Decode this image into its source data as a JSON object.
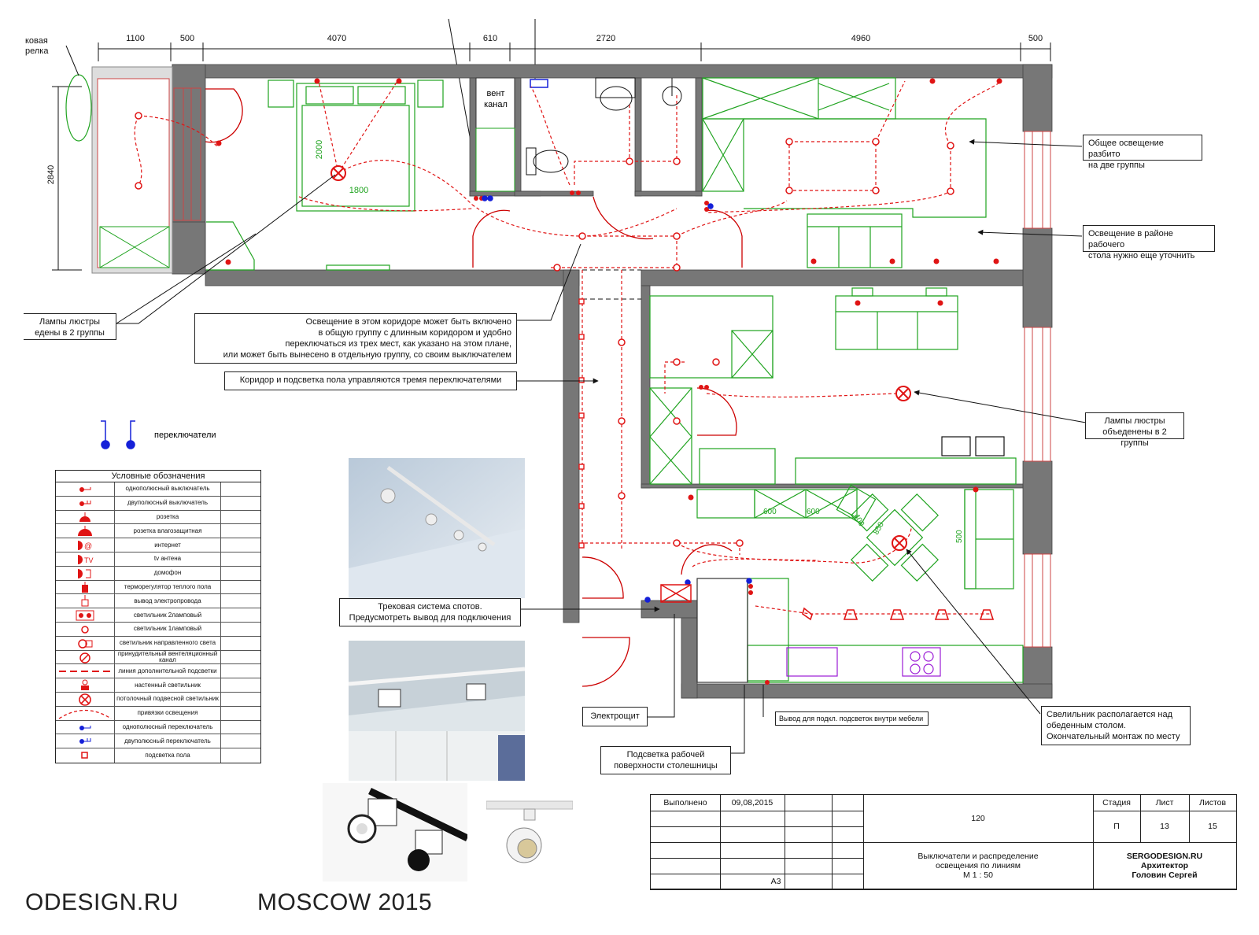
{
  "dimensions": {
    "top": [
      "1100",
      "500",
      "4070",
      "610",
      "2720",
      "4960",
      "500"
    ],
    "left": "2840",
    "bed_length": "2000",
    "bed_width": "1800",
    "furniture": [
      "400",
      "850",
      "500",
      "600",
      "600"
    ]
  },
  "labels": {
    "vent_line1": "вент",
    "vent_line2": "канал",
    "switches": "переключатели",
    "top_left_line1": "ковая",
    "top_left_line2": "релка"
  },
  "notes": {
    "general_lighting": [
      "Общее освещение разбито",
      "на две группы"
    ],
    "desk_lighting": [
      "Освещение в районе рабочего",
      "стола нужно еще уточнить"
    ],
    "chandelier_left": [
      "Лампы люстры",
      "едены в 2 группы"
    ],
    "corridor_lighting": [
      "Освещение в этом коридоре может быть включено",
      "в общую группу с длинным коридором и удобно",
      "переключаться из трех мест, как указано на этом плане,",
      "или может быть вынесено в отдельную группу, со своим выключателем"
    ],
    "corridor_switches": "Коридор и подсветка пола управляются тремя переключателями",
    "chandelier_right": [
      "Лампы люстры",
      "объеденены в 2 группы"
    ],
    "track_system": [
      "Трековая система спотов.",
      "Предусмотреть вывод для подключения"
    ],
    "panel": "Электрощит",
    "furniture_output": "Вывод для подкл. подсветок внутри мебели",
    "countertop": [
      "Подсветка рабочей",
      "поверхности столешницы"
    ],
    "dining_lamp": [
      "Свелильник располагается над",
      "обеденным столом.",
      "Окончательный монтаж по месту"
    ]
  },
  "legend": {
    "title": "Условные обозначения",
    "items": [
      {
        "label": "однополюсный выключатель",
        "icon": "single-switch-icon"
      },
      {
        "label": "двуполюсный выключатель",
        "icon": "double-switch-icon"
      },
      {
        "label": "розетка",
        "icon": "socket-icon"
      },
      {
        "label": "розетка влагозащитная",
        "icon": "waterproof-socket-icon"
      },
      {
        "label": "интернет",
        "icon": "internet-socket-icon"
      },
      {
        "label": "tv антена",
        "icon": "tv-socket-icon"
      },
      {
        "label": "домофон",
        "icon": "intercom-icon"
      },
      {
        "label": "терморегулятор теплого пола",
        "icon": "thermostat-icon"
      },
      {
        "label": "вывод электропровода",
        "icon": "wire-outlet-icon"
      },
      {
        "label": "светильник 2ламповый",
        "icon": "double-lamp-icon"
      },
      {
        "label": "светильник 1ламповый",
        "icon": "single-lamp-icon"
      },
      {
        "label": "светильник направленного света",
        "icon": "spot-lamp-icon"
      },
      {
        "label": "принудительный вентеляционный канал",
        "icon": "vent-icon"
      },
      {
        "label": "линия дополнительной подсветки",
        "icon": "dashed-line-icon"
      },
      {
        "label": "настенный светильник",
        "icon": "wall-lamp-icon"
      },
      {
        "label": "потолочный подвесной светильник",
        "icon": "ceiling-lamp-icon"
      },
      {
        "label": "привязки освещения",
        "icon": "arc-icon"
      },
      {
        "label": "однополюсный переключатель",
        "icon": "single-pass-switch-icon"
      },
      {
        "label": "двуполюсный переключатель",
        "icon": "double-pass-switch-icon"
      },
      {
        "label": "подсветка пола",
        "icon": "floor-light-icon"
      }
    ]
  },
  "stamp": {
    "done_label": "Выполнено",
    "date": "09,08,2015",
    "project_no": "120",
    "stage_label": "Стадия",
    "sheet_label": "Лист",
    "sheets_label": "Листов",
    "stage": "П",
    "sheet": "13",
    "sheets": "15",
    "title": [
      "Выключатели и распределение",
      "освещения по линиям",
      "М 1 : 50"
    ],
    "company": [
      "SERGODESIGN.RU",
      "Архитектор",
      "Головин Сергей"
    ],
    "format": "А3"
  },
  "footer": {
    "left": "ODESIGN.RU",
    "right": "MOSCOW 2015"
  },
  "colors": {
    "wall": "#777777",
    "furniture": "#1fa31f",
    "wiring": "#e01414",
    "switch_blue": "#1520d8"
  }
}
